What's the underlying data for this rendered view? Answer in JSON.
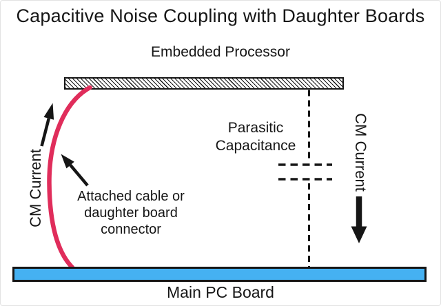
{
  "page": {
    "title": "Capacitive Noise Coupling with Daughter Boards"
  },
  "diagram": {
    "embedded_processor_label": "Embedded Processor",
    "parasitic_capacitance_label": [
      "Parasitic",
      "Capacitance"
    ],
    "attached_cable_label": [
      "Attached cable or",
      "daughter board",
      "connector"
    ],
    "cm_current_left_label": "CM Current",
    "cm_current_right_label": "CM Current",
    "main_pc_board_label": "Main PC Board",
    "colors": {
      "ink": "#161616",
      "cable_red": "#e02d5b",
      "board_blue": "#45b1f2"
    }
  }
}
